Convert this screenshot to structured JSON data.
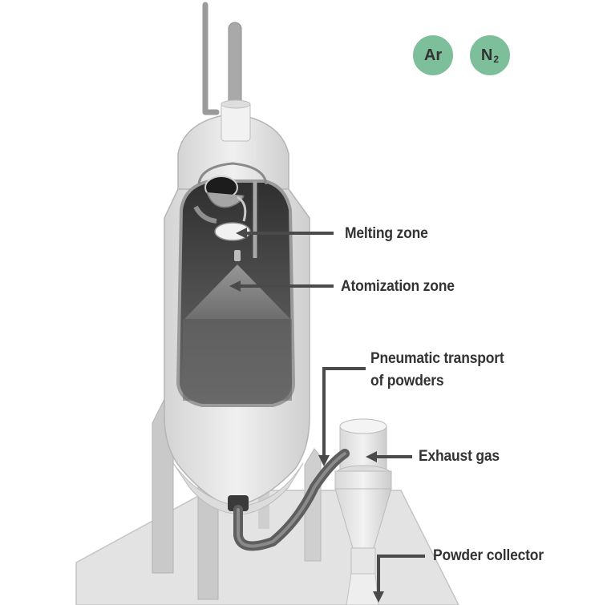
{
  "gases": [
    {
      "symbol": "Ar",
      "subscript": "",
      "color": "#7dbf9b"
    },
    {
      "symbol": "N",
      "subscript": "2",
      "color": "#7dbf9b"
    }
  ],
  "labels": {
    "melting_zone": "Melting zone",
    "atomization_zone": "Atomization zone",
    "pneumatic_transport_line1": "Pneumatic transport",
    "pneumatic_transport_line2": "of powders",
    "exhaust_gas": "Exhaust gas",
    "powder_collector": "Powder collector"
  },
  "colors": {
    "arrow": "#4a4a4a",
    "equipment_light": "#e9e9e9",
    "equipment_mid": "#c8c8c8",
    "chamber_dark": "#4f4f4f",
    "pipe": "#5e5e5e"
  }
}
